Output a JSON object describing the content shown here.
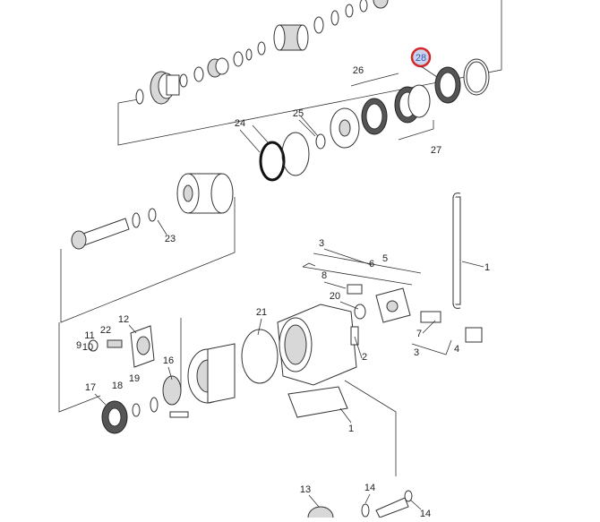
{
  "diagram": {
    "labels": [
      {
        "id": "28",
        "text": "28",
        "highlighted": true
      },
      {
        "id": "26",
        "text": "26"
      },
      {
        "id": "27",
        "text": "27"
      },
      {
        "id": "24",
        "text": "24"
      },
      {
        "id": "25",
        "text": "25"
      },
      {
        "id": "23",
        "text": "23"
      },
      {
        "id": "3a",
        "text": "3"
      },
      {
        "id": "5",
        "text": "5"
      },
      {
        "id": "6",
        "text": "6"
      },
      {
        "id": "1a",
        "text": "1"
      },
      {
        "id": "8",
        "text": "8"
      },
      {
        "id": "20",
        "text": "20"
      },
      {
        "id": "7",
        "text": "7"
      },
      {
        "id": "4",
        "text": "4"
      },
      {
        "id": "3b",
        "text": "3"
      },
      {
        "id": "2",
        "text": "2"
      },
      {
        "id": "21",
        "text": "21"
      },
      {
        "id": "12",
        "text": "12"
      },
      {
        "id": "11",
        "text": "11"
      },
      {
        "id": "22",
        "text": "22"
      },
      {
        "id": "9",
        "text": "9"
      },
      {
        "id": "10",
        "text": "10"
      },
      {
        "id": "16",
        "text": "16"
      },
      {
        "id": "17",
        "text": "17"
      },
      {
        "id": "18",
        "text": "18"
      },
      {
        "id": "19",
        "text": "19"
      },
      {
        "id": "1b",
        "text": "1"
      },
      {
        "id": "13",
        "text": "13"
      },
      {
        "id": "14a",
        "text": "14"
      },
      {
        "id": "14b",
        "text": "14"
      }
    ],
    "highlight_color": "#d62828"
  }
}
